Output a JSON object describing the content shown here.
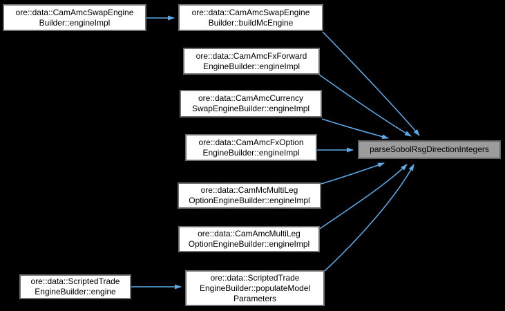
{
  "diagram_type": "caller-graph",
  "colors": {
    "background": "#000000",
    "node_fill": "#ffffff",
    "node_border": "#6e6e6e",
    "target_fill": "#9c9c9c",
    "target_border": "#666666",
    "edge": "#5ca9e6",
    "text": "#000000"
  },
  "nodes": [
    {
      "id": "cam-amc-swap-engineimpl",
      "label": "ore::data::CamAmcSwapEngine\nBuilder::engineImpl"
    },
    {
      "id": "cam-amc-swap-buildmcengine",
      "label": "ore::data::CamAmcSwapEngine\nBuilder::buildMcEngine"
    },
    {
      "id": "cam-amc-fxforward-engineimpl",
      "label": "ore::data::CamAmcFxForward\nEngineBuilder::engineImpl"
    },
    {
      "id": "cam-amc-currency-engineimpl",
      "label": "ore::data::CamAmcCurrency\nSwapEngineBuilder::engineImpl"
    },
    {
      "id": "cam-amc-fxoption-engineimpl",
      "label": "ore::data::CamAmcFxOption\nEngineBuilder::engineImpl"
    },
    {
      "id": "cam-mc-multileg-engineimpl",
      "label": "ore::data::CamMcMultiLeg\nOptionEngineBuilder::engineImpl"
    },
    {
      "id": "cam-amc-multileg-engineimpl",
      "label": "ore::data::CamAmcMultiLeg\nOptionEngineBuilder::engineImpl"
    },
    {
      "id": "scriptedtrade-populatemodelparameters",
      "label": "ore::data::ScriptedTrade\nEngineBuilder::populateModel\nParameters"
    },
    {
      "id": "scriptedtrade-engine",
      "label": "ore::data::ScriptedTrade\nEngineBuilder::engine"
    },
    {
      "id": "parse-sobol-rsg-direction-integers",
      "label": "parseSobolRsgDirectionIntegers"
    }
  ],
  "edges": [
    {
      "from": "cam-amc-swap-engineimpl",
      "to": "cam-amc-swap-buildmcengine"
    },
    {
      "from": "scriptedtrade-engine",
      "to": "scriptedtrade-populatemodelparameters"
    },
    {
      "from": "cam-amc-swap-buildmcengine",
      "to": "parse-sobol-rsg-direction-integers"
    },
    {
      "from": "cam-amc-fxforward-engineimpl",
      "to": "parse-sobol-rsg-direction-integers"
    },
    {
      "from": "cam-amc-currency-engineimpl",
      "to": "parse-sobol-rsg-direction-integers"
    },
    {
      "from": "cam-amc-fxoption-engineimpl",
      "to": "parse-sobol-rsg-direction-integers"
    },
    {
      "from": "cam-mc-multileg-engineimpl",
      "to": "parse-sobol-rsg-direction-integers"
    },
    {
      "from": "cam-amc-multileg-engineimpl",
      "to": "parse-sobol-rsg-direction-integers"
    },
    {
      "from": "scriptedtrade-populatemodelparameters",
      "to": "parse-sobol-rsg-direction-integers"
    }
  ]
}
